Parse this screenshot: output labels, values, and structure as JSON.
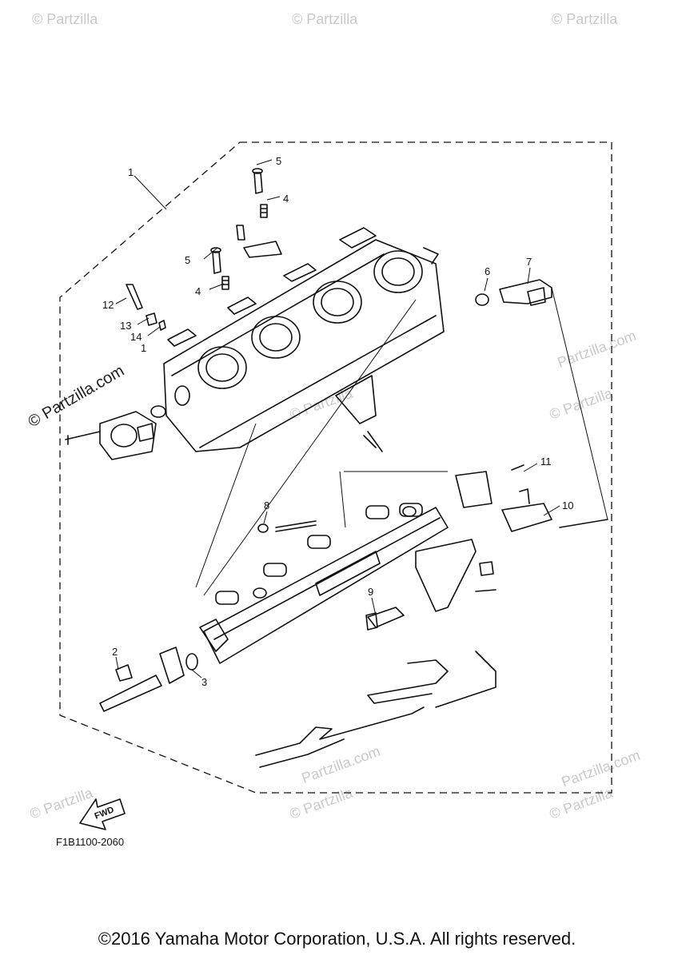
{
  "diagram": {
    "callouts": [
      "1",
      "2",
      "3",
      "4",
      "4",
      "5",
      "5",
      "6",
      "7",
      "8",
      "9",
      "10",
      "11",
      "12",
      "13",
      "14",
      "1"
    ],
    "fwd_label": "FWD",
    "drawing_code": "F1B1100-2060"
  },
  "watermarks": {
    "tiled": "© Partzilla",
    "side": "Partzilla.com",
    "corner": "© Partzilla.com"
  },
  "footer": {
    "copyright": "©2016 Yamaha Motor Corporation, U.S.A. All rights reserved."
  }
}
